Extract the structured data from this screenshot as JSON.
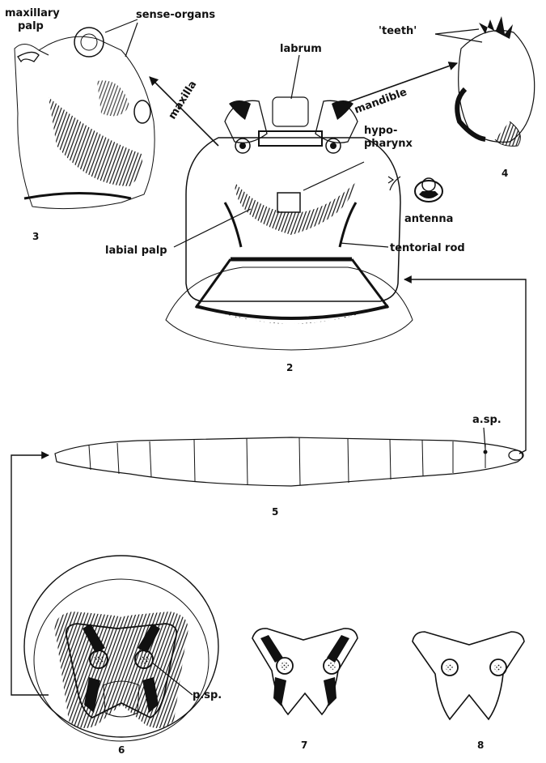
{
  "figures": {
    "fig2": {
      "number": "2"
    },
    "fig3": {
      "number": "3"
    },
    "fig4": {
      "number": "4"
    },
    "fig5": {
      "number": "5"
    },
    "fig6": {
      "number": "6"
    },
    "fig7": {
      "number": "7"
    },
    "fig8": {
      "number": "8"
    }
  },
  "labels": {
    "maxillary_palp_1": "maxillary",
    "maxillary_palp_2": "palp",
    "sense_organs": "sense-organs",
    "labrum": "labrum",
    "teeth": "'teeth'",
    "maxilla": "maxilla",
    "mandible": "mandible",
    "hypopharynx_1": "hypo-",
    "hypopharynx_2": "pharynx",
    "antenna": "antenna",
    "labial_palp": "labial palp",
    "tentorial_rod": "tentorial rod",
    "anterior_spiracle": "a.sp.",
    "posterior_spiracle": "p.sp."
  },
  "colors": {
    "ink": "#111111",
    "paper": "#ffffff"
  }
}
